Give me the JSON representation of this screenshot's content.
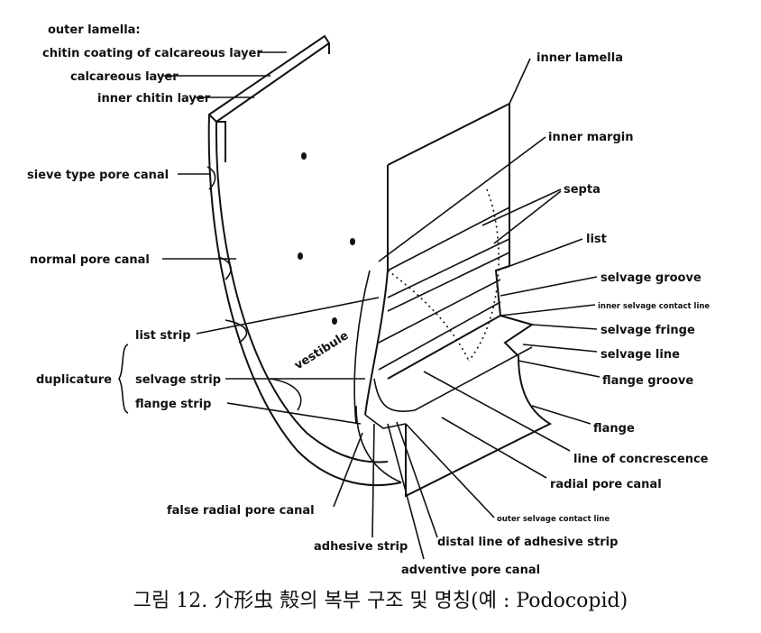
{
  "labels": {
    "outer_lamella": "outer lamella:",
    "chitin_coating": "chitin coating of calcareous layer",
    "calcareous_layer": "calcareous layer",
    "inner_chitin_layer": "inner chitin layer",
    "sieve_pore": "sieve type pore canal",
    "normal_pore": "normal pore canal",
    "duplicature": "duplicature",
    "list_strip": "list strip",
    "selvage_strip": "selvage strip",
    "flange_strip": "flange strip",
    "vestibule": "vestibule",
    "false_radial": "false radial pore canal",
    "adhesive_strip": "adhesive strip",
    "adventive_pore": "adventive pore canal",
    "distal_line": "distal line of adhesive strip",
    "outer_selvage_contact": "outer selvage contact line",
    "radial_pore": "radial pore canal",
    "line_concrescence": "line of concrescence",
    "flange": "flange",
    "flange_groove": "flange groove",
    "selvage_line": "selvage line",
    "selvage_fringe": "selvage fringe",
    "inner_selvage_contact": "inner selvage contact line",
    "selvage_groove": "selvage groove",
    "list": "list",
    "septa": "septa",
    "inner_margin": "inner margin",
    "inner_lamella": "inner lamella"
  },
  "caption": "그림 12. 介形虫 殼의 복부 구조 및 명칭(예 : Podocopid)"
}
